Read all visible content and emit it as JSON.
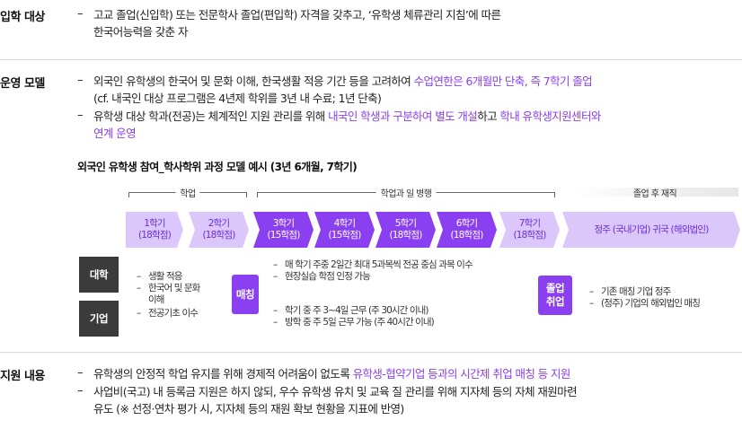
{
  "sections": {
    "admission": {
      "label": "입학 대상",
      "line1": "고교 졸업(신입학) 또는 전문학사 졸업(편입학) 자격을 갖추고, ‘유학생 체류관리 지침’에 따른",
      "line2": "한국어능력을 갖춘 자"
    },
    "operation": {
      "label": "운영 모델",
      "b1_part1": "외국인 유학생의 한국어 및 문화 이해, 한국생활 적응 기간 등을 고려하여 ",
      "b1_hl": "수업연한은 6개월만 단축, 즉 7학기 졸업",
      "b1_line2": "(cf. 내국인 대상 프로그램은 4년제 학위를 3년 내 수료; 1년 단축)",
      "b2_part1": "유학생 대상 학과(전공)는 체계적인 지원 관리를 위해 ",
      "b2_hl1": "내국인 학생과 구분하여 별도 개설",
      "b2_part2": "하고 ",
      "b2_hl2": "학내 유학생지원센터와",
      "b2_line2_hl": "연계 운영"
    },
    "support": {
      "label": "지원 내용",
      "b1_part1": "유학생의 안정적 학업 유지를 위해 경제적 어려움이 없도록 ",
      "b1_hl": "유학생-협약기업 등과의 시간제 취업 매칭 등 지원",
      "b2_line1": "사업비(국고) 내 등록금 지원은 하지 않되, 우수 유학생 유치 및 교육 질 관리를 위해 지자체 등의 자체 재원마련",
      "b2_line2": "유도 (※ 선정·연차 평가 시, 지자체 등의 재원 확보 현황을 지표에 반영)"
    }
  },
  "dash": "–",
  "diagram": {
    "title": "외국인 유학생 참여_학사학위 과정 모델 예시 (3년 6개월, 7학기)",
    "phases": {
      "study": "학업",
      "work_study": "학업과 일 병행",
      "post_grad": "졸업 후 재직"
    },
    "semesters": [
      {
        "label": "1학기",
        "credits": "(18학점)"
      },
      {
        "label": "2학기",
        "credits": "(18학점)"
      },
      {
        "label": "3학기",
        "credits": "(15학점)"
      },
      {
        "label": "4학기",
        "credits": "(15학점)"
      },
      {
        "label": "5학기",
        "credits": "(18학점)"
      },
      {
        "label": "6학기",
        "credits": "(18학점)"
      },
      {
        "label": "7학기",
        "credits": "(18학점)"
      }
    ],
    "after": "정주 (국내기업) 귀국 (해외법인)",
    "rows": {
      "university": "대학",
      "company": "기업"
    },
    "early_items": [
      "생활 적응",
      "한국어 및 문화",
      "이해",
      "전공기초 이수"
    ],
    "matching": "매칭",
    "mid_top": [
      "매 학기 주중 2일간 최대 5과목씩 전공 중심 과목 이수",
      "현장실습 학점 인정 가능"
    ],
    "mid_bottom": [
      "학기 중 주 3~4일 근무 (주 30시간 이내)",
      "방학 중 주 5일 근무 가능 (주 40시간 이내)"
    ],
    "grad_employ_l1": "졸업",
    "grad_employ_l2": "취업",
    "post_items": [
      "기존 매칭 기업 정주",
      "(정주) 기업의 해외법인 매칭"
    ]
  }
}
